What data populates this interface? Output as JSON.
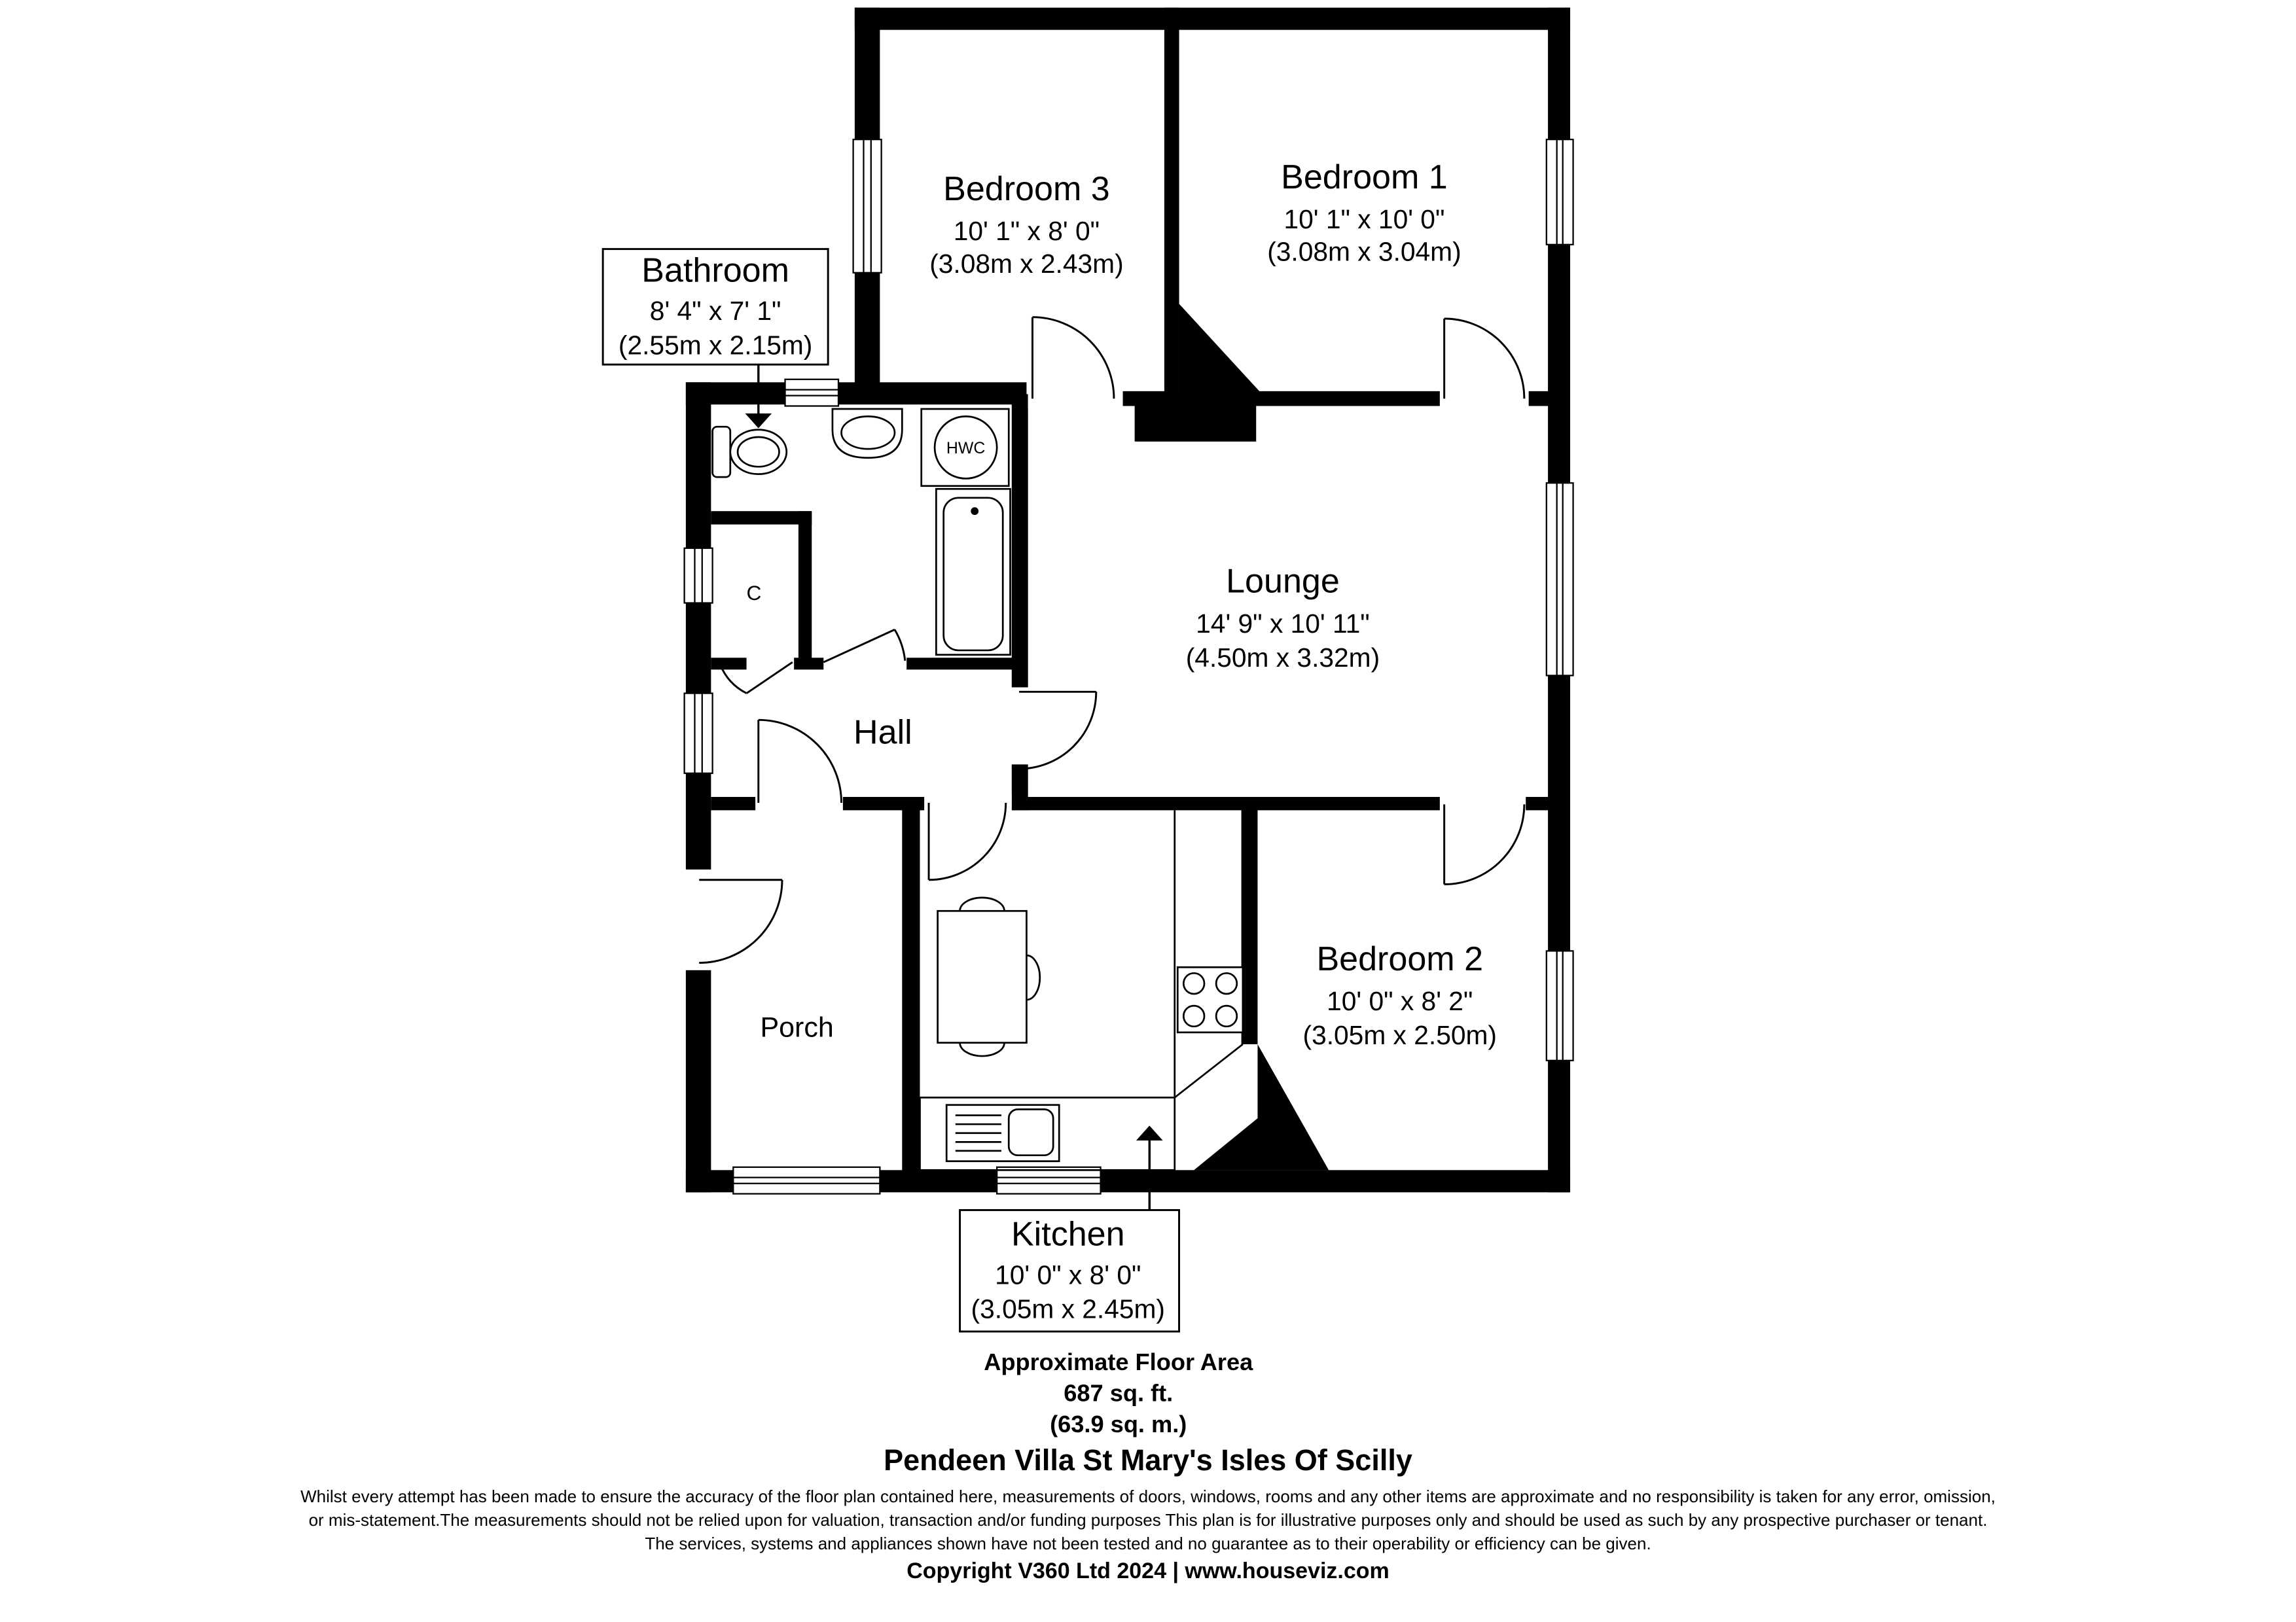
{
  "rooms": {
    "bedroom3": {
      "name": "Bedroom 3",
      "imperial": "10' 1\" x 8' 0\"",
      "metric": "(3.08m x 2.43m)"
    },
    "bedroom1": {
      "name": "Bedroom 1",
      "imperial": "10' 1\" x 10' 0\"",
      "metric": "(3.08m x 3.04m)"
    },
    "bathroom": {
      "name": "Bathroom",
      "imperial": "8' 4\" x 7' 1\"",
      "metric": "(2.55m x 2.15m)"
    },
    "lounge": {
      "name": "Lounge",
      "imperial": "14' 9\" x 10' 11\"",
      "metric": "(4.50m x 3.32m)"
    },
    "hall": {
      "name": "Hall"
    },
    "cupboard": {
      "name": "C"
    },
    "porch": {
      "name": "Porch"
    },
    "bedroom2": {
      "name": "Bedroom 2",
      "imperial": "10' 0\" x 8' 2\"",
      "metric": "(3.05m x 2.50m)"
    },
    "kitchen": {
      "name": "Kitchen",
      "imperial": "10' 0\" x 8' 0\"",
      "metric": "(3.05m x 2.45m)"
    }
  },
  "fixtures": {
    "hwc": "HWC"
  },
  "area": {
    "label": "Approximate Floor Area",
    "sqft": "687 sq. ft.",
    "sqm": "(63.9 sq. m.)"
  },
  "property_title": "Pendeen Villa St Mary's Isles Of Scilly",
  "disclaimer": {
    "line1": "Whilst every attempt has been made to ensure the accuracy of the floor plan contained here, measurements of doors, windows, rooms and any other items are approximate and no responsibility is taken for any error, omission,",
    "line2": "or mis-statement.The measurements should not be relied upon for valuation, transaction and/or funding purposes This plan is for illustrative purposes only and should be used as such by any prospective purchaser or tenant.",
    "line3": "The services, systems and appliances shown have not been tested and no guarantee as to their operability or efficiency can be given."
  },
  "copyright": "Copyright V360 Ltd 2024 | www.houseviz.com",
  "colors": {
    "wall": "#000000",
    "line": "#000000",
    "background": "#ffffff"
  }
}
